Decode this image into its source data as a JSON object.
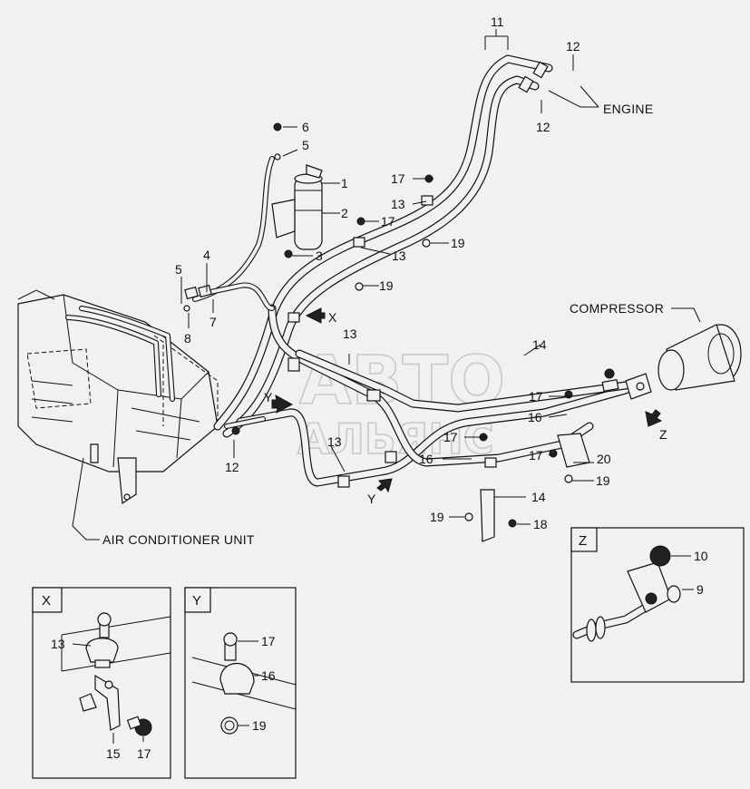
{
  "labels": {
    "engine": "ENGINE",
    "compressor": "COMPRESSOR",
    "ac_unit": "AIR CONDITIONER UNIT"
  },
  "callouts": {
    "c1": "1",
    "c2": "2",
    "c3": "3",
    "c4": "4",
    "c5a": "5",
    "c5b": "5",
    "c6": "6",
    "c7": "7",
    "c8": "8",
    "c11": "11",
    "c12a": "12",
    "c12b": "12",
    "c12c": "12",
    "c13a": "13",
    "c13b": "13",
    "c13c": "13",
    "c13d": "13",
    "c14a": "14",
    "c14b": "14",
    "c16a": "16",
    "c16b": "16",
    "c17a": "17",
    "c17b": "17",
    "c17c": "17",
    "c17d": "17",
    "c17e": "17",
    "c18": "18",
    "c19a": "19",
    "c19b": "19",
    "c19c": "19",
    "c19d": "19",
    "c20": "20"
  },
  "view_markers": {
    "x": "X",
    "y1": "Y",
    "y2": "Y",
    "z": "Z"
  },
  "detail_x": {
    "title": "X",
    "n13": "13",
    "n15": "15",
    "n17": "17"
  },
  "detail_y": {
    "title": "Y",
    "n17": "17",
    "n16": "16",
    "n19": "19"
  },
  "detail_z": {
    "title": "Z",
    "n10": "10",
    "n9": "9"
  },
  "watermark": {
    "line1": "АВТО",
    "line2": "АЛЬЯНС"
  }
}
